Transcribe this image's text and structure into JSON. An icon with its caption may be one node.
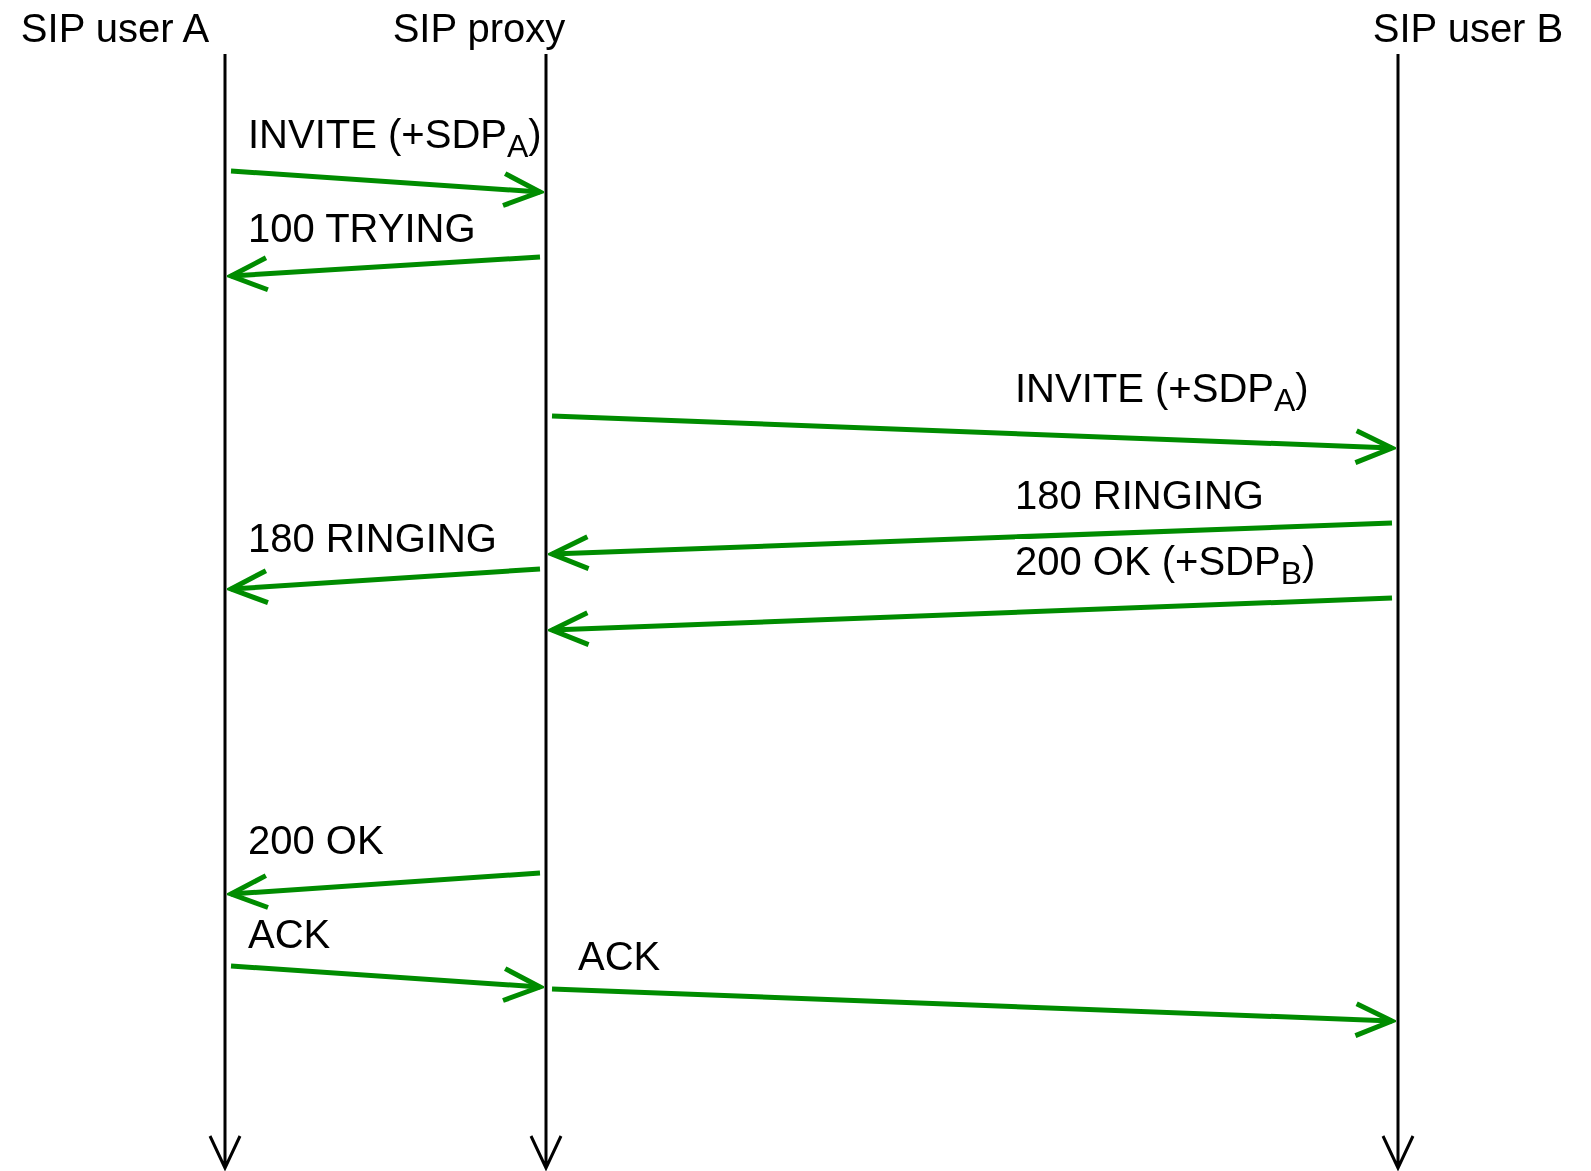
{
  "diagram": {
    "nodes": [
      {
        "text": [
          "SIP user A"
        ]
      },
      {
        "text": [
          "SIP proxy"
        ]
      },
      {
        "text": [
          "SIP user B"
        ]
      }
    ],
    "edges": [
      {
        "from": 0,
        "to": 1,
        "arrow": "to",
        "label": "INVITE (+SDP$_{A}$)"
      },
      {
        "from": 1,
        "to": 0,
        "arrow": "to",
        "label": "100 TRYING"
      },
      {
        "from": 1,
        "to": 2,
        "arrow": "to",
        "label": "INVITE  (+SDP$_{A}$)"
      },
      {
        "from": 2,
        "to": 1,
        "arrow": "to",
        "label": "180 RINGING"
      },
      {
        "from": 1,
        "to": 0,
        "arrow": "to",
        "label": "180 RINGING"
      },
      {
        "from": 2,
        "to": 1,
        "arrow": "to",
        "label": "200 OK (+SDP$_{B}$)"
      },
      {
        "from": 1,
        "to": 0,
        "arrow": "to",
        "label": "200 OK"
      },
      {
        "from": 0,
        "to": 1,
        "arrow": "to",
        "label": "ACK"
      },
      {
        "from": 1,
        "to": 2,
        "arrow": "to",
        "label": "ACK"
      }
    ]
  }
}
